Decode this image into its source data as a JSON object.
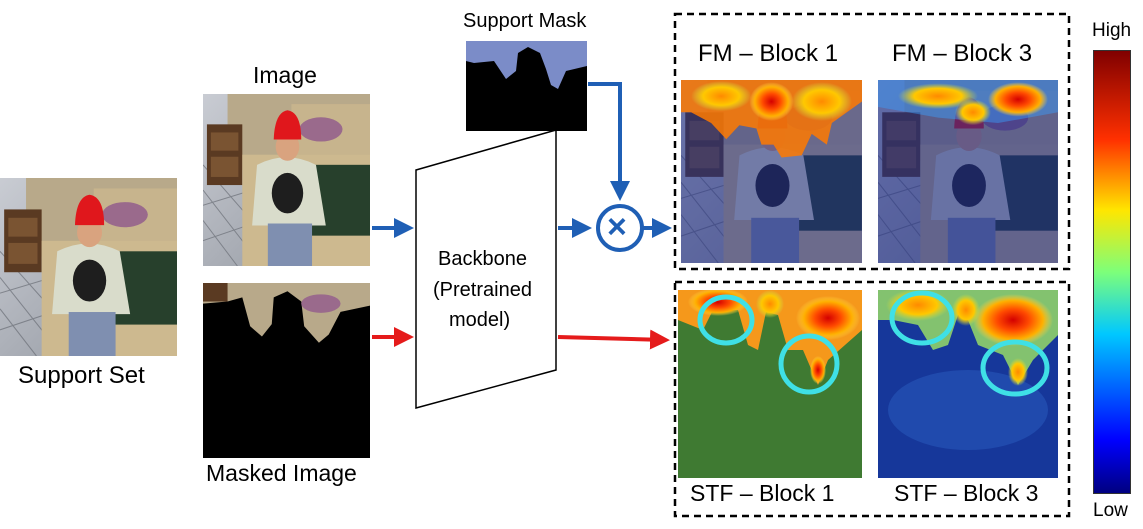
{
  "labels": {
    "support_set": "Support Set",
    "image": "Image",
    "masked_image": "Masked Image",
    "support_mask": "Support Mask",
    "backbone_line1": "Backbone",
    "backbone_line2": "(Pretrained",
    "backbone_line3": "model)",
    "multiply_symbol": "×",
    "fm_block1": "FM – Block 1",
    "fm_block3": "FM – Block 3",
    "stf_block1": "STF – Block 1",
    "stf_block3": "STF – Block 3",
    "colorbar_high": "High",
    "colorbar_low": "Low"
  },
  "colors": {
    "blue_arrow": "#1f5fb5",
    "red_arrow": "#e51b1b",
    "highlight_circle": "#3fe0e6"
  }
}
